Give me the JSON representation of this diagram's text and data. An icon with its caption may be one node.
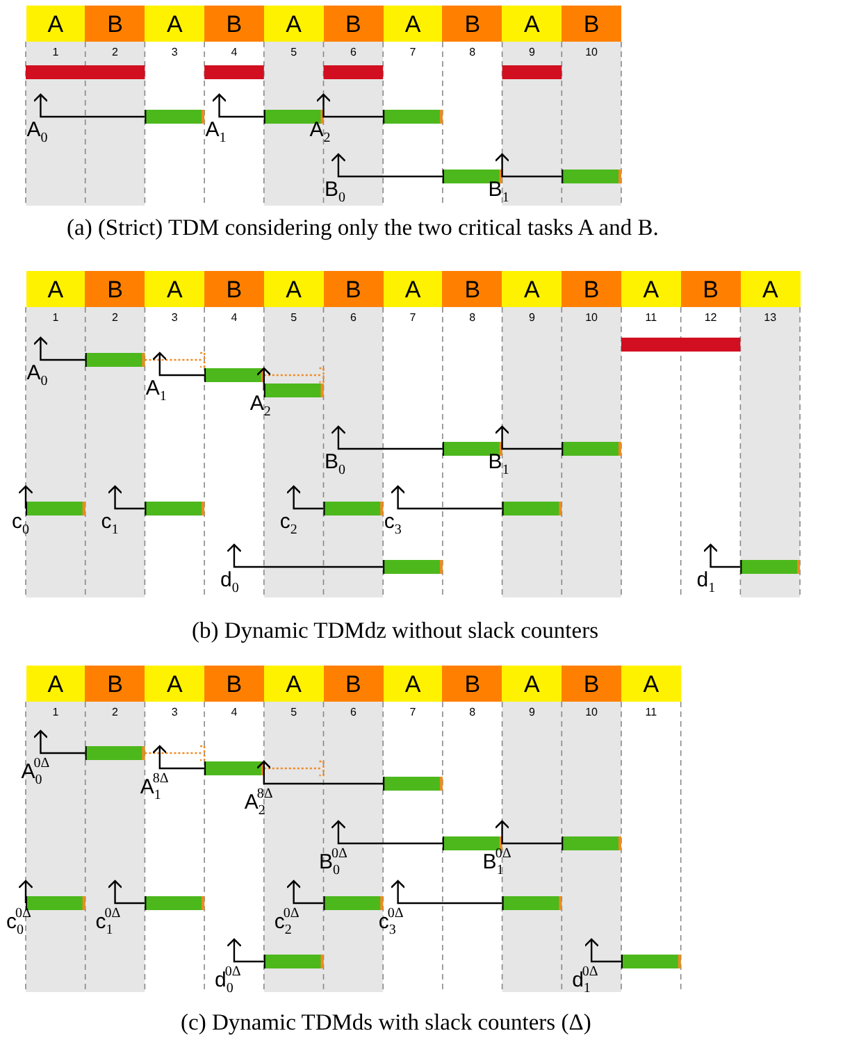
{
  "diagram": {
    "labels": [
      "A",
      "B",
      "A",
      "B",
      "A",
      "B",
      "A",
      "B",
      "A",
      "B",
      "1",
      "2",
      "3",
      "4",
      "5",
      "6",
      "7",
      "8",
      "9",
      "10",
      "A$_{0}$",
      "A$_{1}$",
      "A$_{2}$",
      "B$_{0}$",
      "B$_{1}$",
      "(a) (Strict) TDM considering only the two critical tasks A and B.",
      "A",
      "B",
      "A",
      "B",
      "A",
      "B",
      "A",
      "B",
      "A",
      "B",
      "A",
      "B",
      "A",
      "1",
      "2",
      "3",
      "4",
      "5",
      "6",
      "7",
      "8",
      "9",
      "10",
      "11",
      "12",
      "13",
      "A$_{0}$",
      "A$_{1}$",
      "A$_{2}$",
      "B$_{0}$",
      "B$_{1}$",
      "c$_{0}$",
      "c$_{1}$",
      "c$_{2}$",
      "c$_{3}$",
      "d$_{0}$",
      "d$_{1}$",
      "(b) Dynamic TDMdz without slack counters",
      "A",
      "B",
      "A",
      "B",
      "A",
      "B",
      "A",
      "B",
      "A",
      "B",
      "A",
      "1",
      "2",
      "3",
      "4",
      "5",
      "6",
      "7",
      "8",
      "9",
      "10",
      "11",
      "A$_{0}$$^{0Δ}$",
      "A$_{1}$$^{8Δ}$",
      "A$_{2}$$^{8Δ}$",
      "B$_{0}$$^{0Δ}$",
      "B$_{1}$$^{0Δ}$",
      "c$_{0}$$^{0Δ}$",
      "c$_{1}$$^{0Δ}$",
      "c$_{2}$$^{0Δ}$",
      "c$_{3}$$^{0Δ}$",
      "d$_{0}$$^{0Δ}$",
      "d$_{1}$$^{0Δ}$",
      "(c) Dynamic TDMds with slack counters (Δ)"
    ]
  }
}
